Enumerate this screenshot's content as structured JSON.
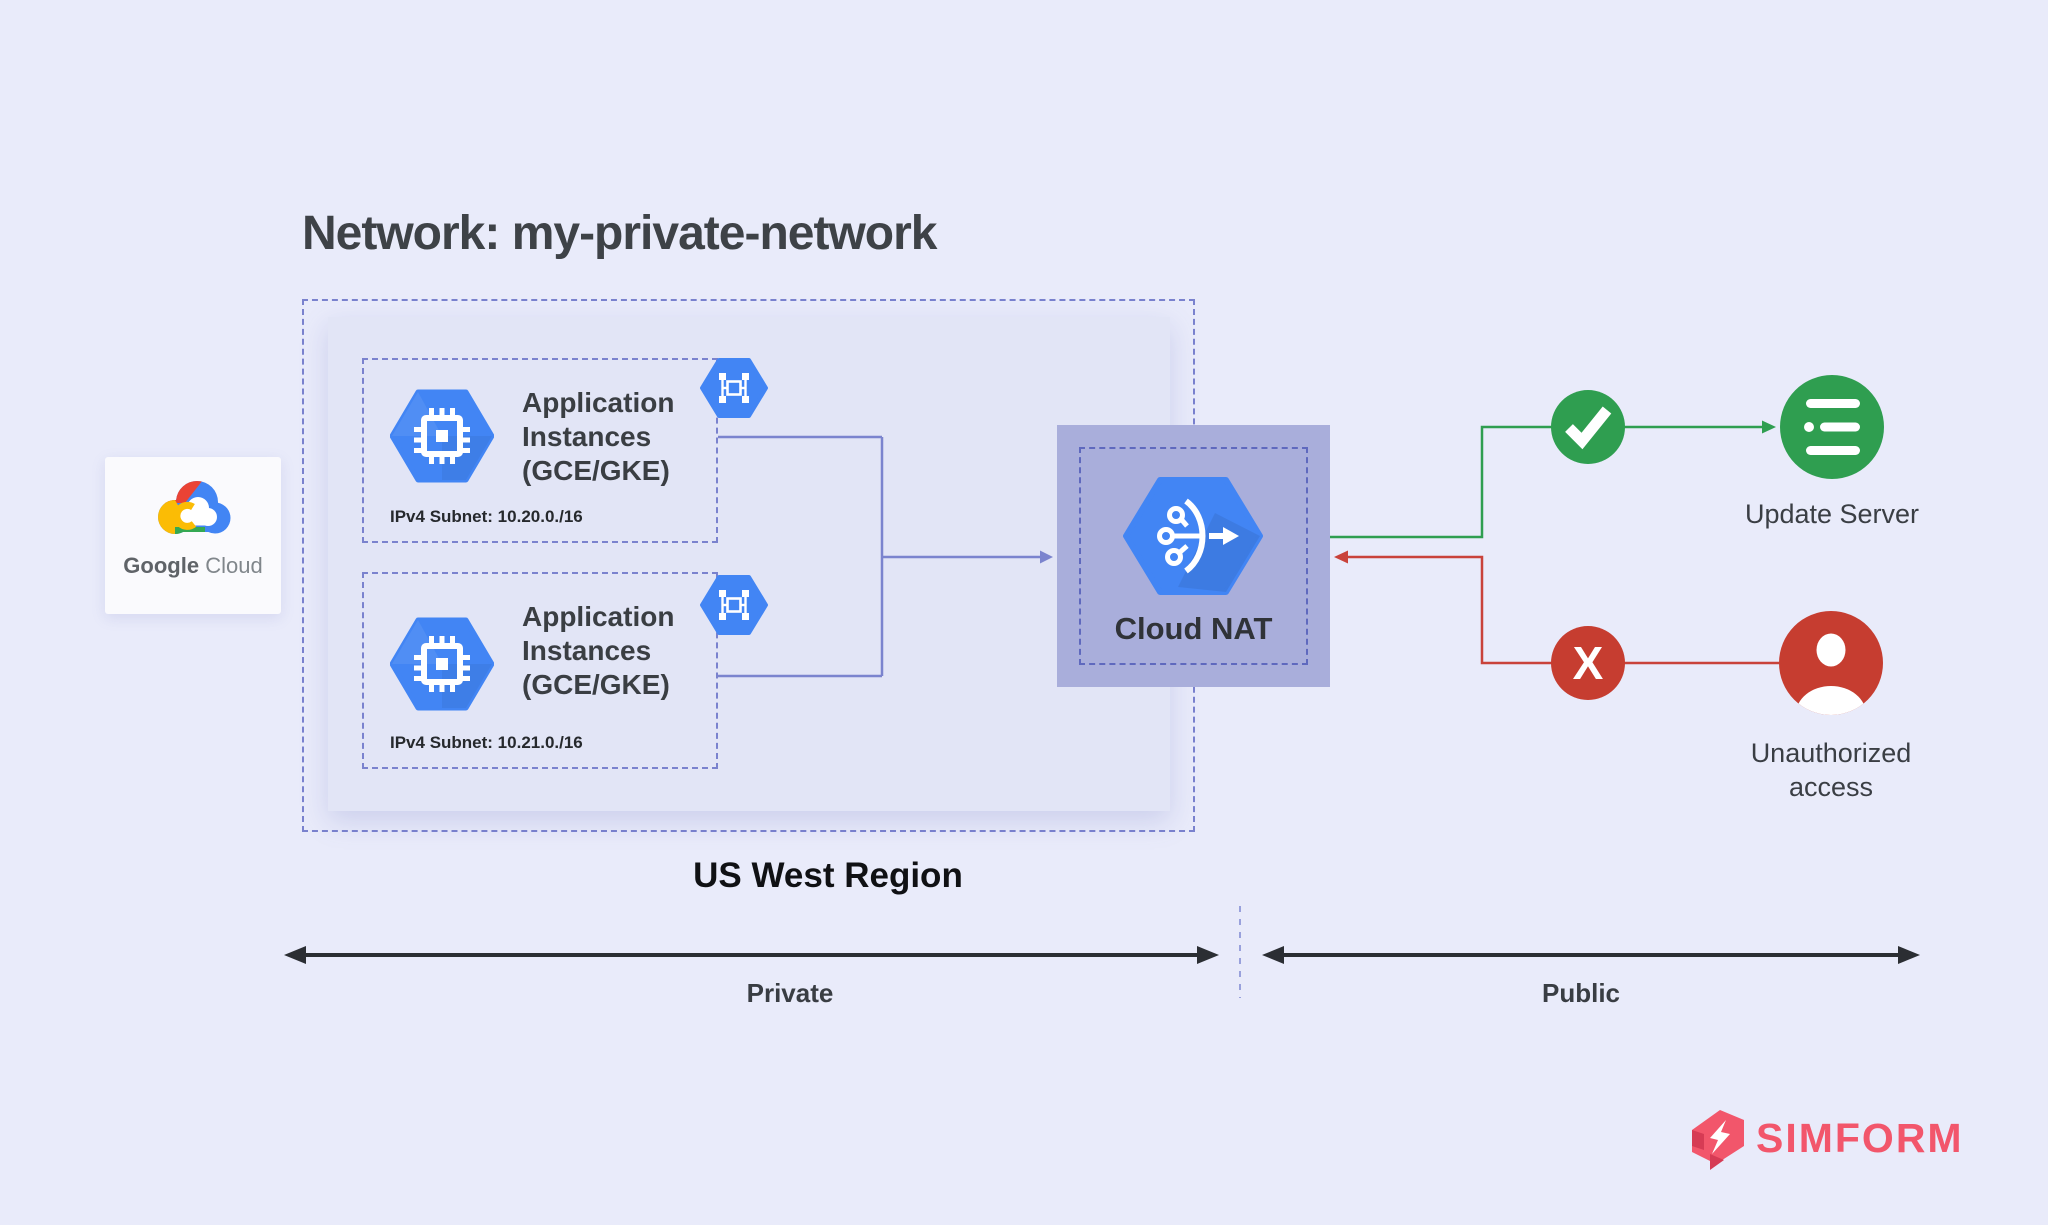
{
  "title": "Network: my-private-network",
  "google_card": {
    "word1": "Google",
    "word2": "Cloud"
  },
  "region": {
    "label": "US West Region",
    "subnets": [
      {
        "title": "Application Instances (GCE/GKE)",
        "subnet_label": "IPv4 Subnet: 10.20.0./16"
      },
      {
        "title": "Application Instances (GCE/GKE)",
        "subnet_label": "IPv4 Subnet: 10.21.0./16"
      }
    ]
  },
  "nat": {
    "label": "Cloud NAT"
  },
  "destinations": {
    "allowed": {
      "label": "Update Server"
    },
    "blocked": {
      "label": "Unauthorized access"
    }
  },
  "zones": {
    "private": "Private",
    "public": "Public"
  },
  "icons": {
    "blocked_x": "X"
  },
  "brand": {
    "name": "SIMFORM"
  },
  "colors": {
    "background": "#E9EBFA",
    "region_fill": "#E2E5F6",
    "dash_border": "#7A82CE",
    "nat_fill": "#A9AEDB",
    "gcp_blue": "#4285F4",
    "allowed_green": "#2F9E50",
    "blocked_red": "#C63D30",
    "connector_blue": "#7B84CE",
    "arrow_black": "#2B2E33",
    "brand_pink": "#F2566B"
  }
}
